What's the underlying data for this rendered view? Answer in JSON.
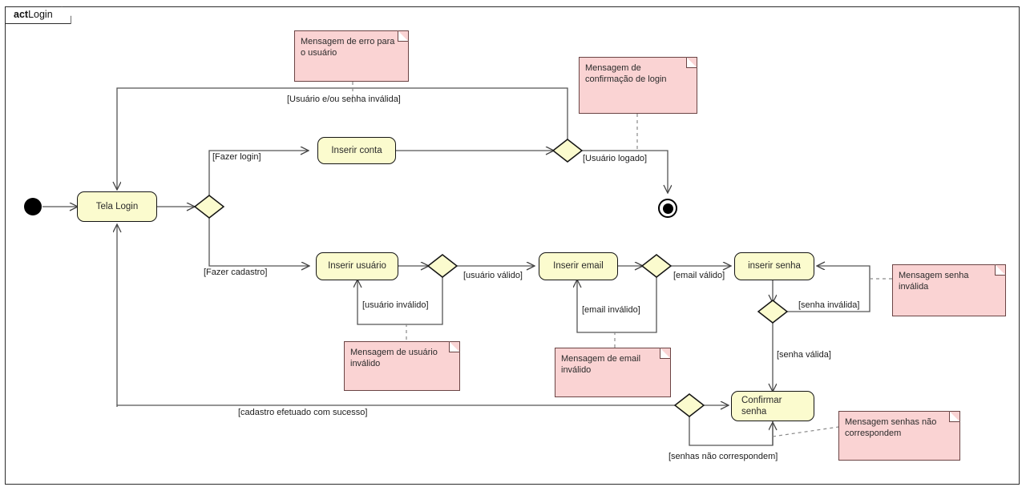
{
  "diagram": {
    "kind": "uml-activity-diagram",
    "frame": {
      "stereotype": "act",
      "name": "Login"
    },
    "colors": {
      "action_fill": "#fbfbce",
      "action_stroke": "#141414",
      "note_fill": "#fad3d3",
      "note_stroke": "#6b4444",
      "decision_fill": "#fbfbce",
      "edge_stroke": "#555555",
      "frame_stroke": "#2b2b2b"
    },
    "actions": [
      {
        "id": "tela_login",
        "label": "Tela Login"
      },
      {
        "id": "inserir_conta",
        "label": "Inserir conta"
      },
      {
        "id": "inserir_usuario",
        "label": "Inserir usuário"
      },
      {
        "id": "inserir_email",
        "label": "Inserir email"
      },
      {
        "id": "inserir_senha",
        "label": "inserir senha"
      },
      {
        "id": "confirmar_senha",
        "label_line1": "Confirmar",
        "label_line2": "senha"
      }
    ],
    "notes": [
      {
        "id": "note_erro_usuario",
        "line1": "Mensagem de erro para",
        "line2": "o usuário"
      },
      {
        "id": "note_conf_login",
        "line1": "Mensagem de",
        "line2": "confirmação de login"
      },
      {
        "id": "note_senha_invalida",
        "line1": "Mensagem senha",
        "line2": "inválida"
      },
      {
        "id": "note_usuario_invalido",
        "line1": "Mensagem de usuário",
        "line2": "inválido"
      },
      {
        "id": "note_email_invalido",
        "line1": "Mensagem de email",
        "line2": "inválido"
      },
      {
        "id": "note_senhas_nao_correspondem",
        "line1": "Mensagem senhas não",
        "line2": "correspondem"
      }
    ],
    "guards": [
      {
        "id": "g_usuario_senha_invalida",
        "text": "[Usuário e/ou senha inválida]"
      },
      {
        "id": "g_fazer_login",
        "text": "[Fazer login]"
      },
      {
        "id": "g_usuario_logado",
        "text": "[Usuário logado]"
      },
      {
        "id": "g_fazer_cadastro",
        "text": "[Fazer cadastro]"
      },
      {
        "id": "g_usuario_valido",
        "text": "[usuário válido]"
      },
      {
        "id": "g_usuario_invalido",
        "text": "[usuário inválido]"
      },
      {
        "id": "g_email_valido",
        "text": "[email válido]"
      },
      {
        "id": "g_email_invalido",
        "text": "[email inválido]"
      },
      {
        "id": "g_senha_invalida",
        "text": "[senha inválida]"
      },
      {
        "id": "g_senha_valida",
        "text": "[senha válida]"
      },
      {
        "id": "g_senhas_nao_correspondem",
        "text": "[senhas não correspondem]"
      },
      {
        "id": "g_cadastro_sucesso",
        "text": "[cadastro efetuado com sucesso]"
      }
    ],
    "control_nodes": [
      {
        "id": "initial",
        "type": "initial"
      },
      {
        "id": "final",
        "type": "activity-final"
      },
      {
        "id": "d_login_cadastro",
        "type": "decision"
      },
      {
        "id": "m_login",
        "type": "merge"
      },
      {
        "id": "d_usuario",
        "type": "decision"
      },
      {
        "id": "d_email",
        "type": "decision"
      },
      {
        "id": "d_senha",
        "type": "decision"
      },
      {
        "id": "m_confirmar",
        "type": "merge"
      }
    ]
  }
}
